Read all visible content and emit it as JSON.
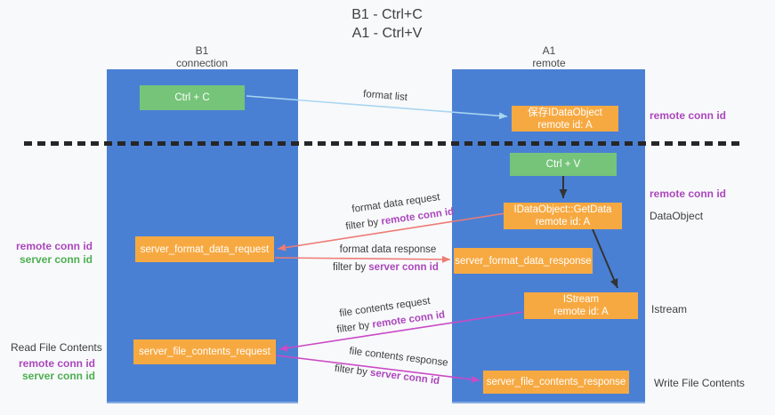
{
  "title": {
    "line1": "B1 - Ctrl+C",
    "line2": "A1 - Ctrl+V"
  },
  "columns": {
    "left": {
      "name_line1": "B1",
      "name_line2": "connection"
    },
    "right": {
      "name_line1": "A1",
      "name_line2": "remote"
    }
  },
  "boxes": {
    "ctrl_c": {
      "label": "Ctrl + C"
    },
    "ctrl_v": {
      "label": "Ctrl + V"
    },
    "save_dataobject": {
      "line1": "保存IDataObject",
      "line2": "remote id: A"
    },
    "getdata": {
      "line1": "IDataObject::GetData",
      "line2": "remote id: A"
    },
    "istream": {
      "line1": "IStream",
      "line2": "remote id: A"
    },
    "format_request": {
      "label": "server_format_data_request"
    },
    "format_response": {
      "label": "server_format_data_response"
    },
    "file_request": {
      "label": "server_file_contents_request"
    },
    "file_response": {
      "label": "server_file_contents_response"
    }
  },
  "flow_labels": {
    "format_list": "format list",
    "format_data_request": "format data request",
    "format_data_response": "format data response",
    "file_contents_request": "file contents request",
    "file_contents_response": "file contents response",
    "filter_by": "filter by",
    "remote_conn_id": "remote conn id",
    "server_conn_id": "server conn id"
  },
  "side_labels": {
    "remote_conn_id": "remote conn id",
    "server_conn_id": "server conn id",
    "dataobject": "DataObject",
    "istream": "Istream",
    "read_file_contents": "Read File Contents",
    "write_file_contents": "Write File Contents"
  },
  "colors": {
    "background": "#f8f9fb",
    "column_blue": "#4a80d4",
    "box_orange": "#f7a941",
    "box_green": "#76c47a",
    "arrow_light_blue": "#a9d6f1",
    "arrow_red": "#ee7b74",
    "arrow_magenta": "#cb4ac6",
    "arrow_black": "#333333",
    "highlight_purple": "#ab47bc",
    "highlight_green": "#4caf50",
    "dashed_line": "#262626"
  }
}
